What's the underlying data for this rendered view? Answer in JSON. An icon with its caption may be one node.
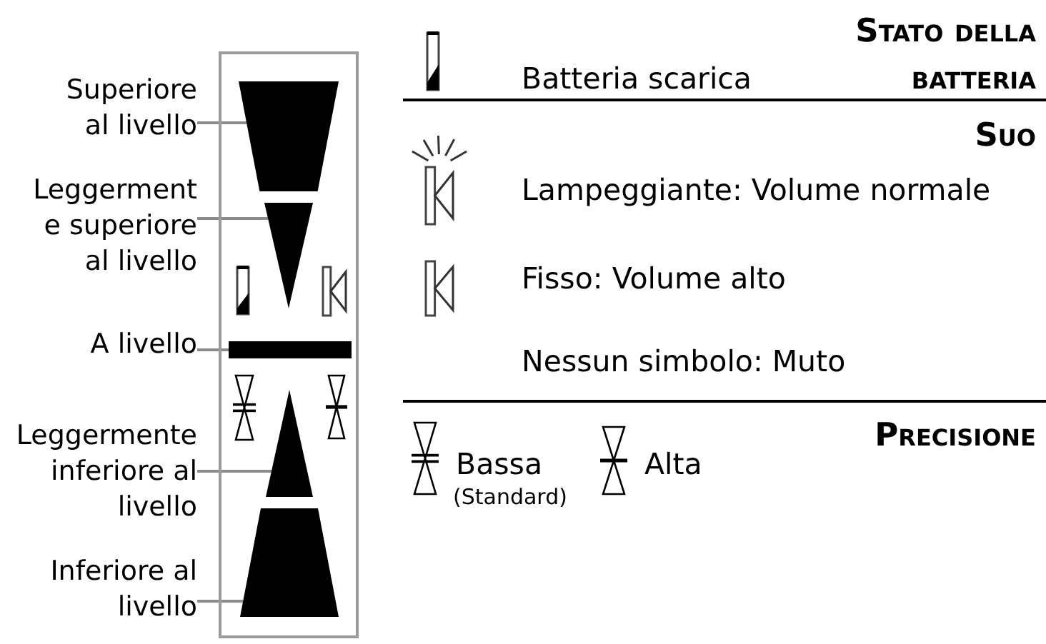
{
  "diagram": {
    "nodes": [
      {
        "text": [
          "Superiore al livello"
        ]
      },
      {
        "text": [
          "Leggerment e superiore al livello"
        ]
      },
      {
        "text": [
          "A livello"
        ]
      },
      {
        "text": [
          "Leggermente inferiore al livello"
        ]
      },
      {
        "text": [
          "Inferiore al livello"
        ]
      },
      {
        "text": [],
        "shape": "box"
      },
      {
        "text": [],
        "shape": "trapezoid",
        "in": 5
      },
      {
        "text": [],
        "shape": "triangle",
        "in": 5
      },
      {
        "text": [],
        "shape": "bar",
        "in": 5
      },
      {
        "text": [],
        "shape": "triangle",
        "in": 5
      },
      {
        "text": [],
        "shape": "trapezoid",
        "in": 5
      }
    ],
    "edges": [
      {
        "from": 0,
        "to": 6,
        "arrow": "none"
      },
      {
        "from": 1,
        "to": 7,
        "arrow": "none"
      },
      {
        "from": 2,
        "to": 8,
        "arrow": "none"
      },
      {
        "from": 3,
        "to": 9,
        "arrow": "none"
      },
      {
        "from": 4,
        "to": 10,
        "arrow": "none"
      }
    ],
    "labels": [
      "Stato della batteria",
      "Batteria scarica",
      "Suo",
      "Lampeggiante: Volume normale",
      "Fisso: Volume alto",
      "Nessun simbolo: Muto",
      "Precisione",
      "Bassa",
      "(Standard)",
      "Alta"
    ]
  }
}
